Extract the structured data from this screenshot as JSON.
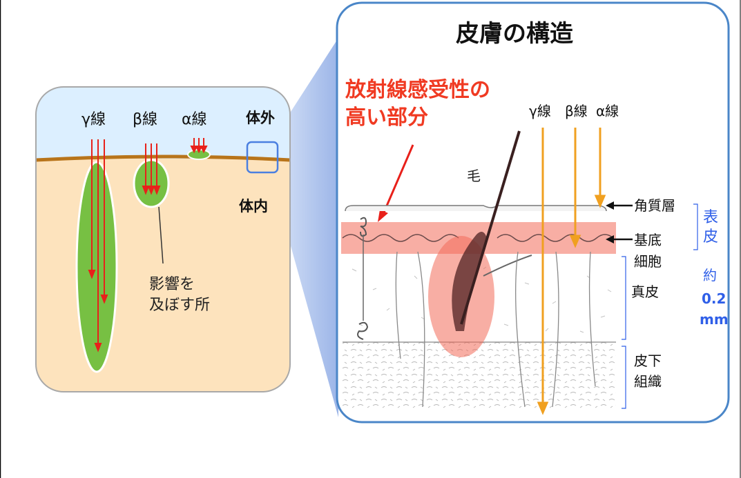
{
  "left_panel": {
    "rays": [
      "γ線",
      "β線",
      "α線"
    ],
    "outside": "体外",
    "inside": "体内",
    "effect_label": [
      "影響を",
      "及ぼす所"
    ]
  },
  "right_panel": {
    "title": "皮膚の構造",
    "sensitive_label": [
      "放射線感受性の",
      "高い部分"
    ],
    "rays": [
      "γ線",
      "β線",
      "α線"
    ],
    "hair": "毛",
    "layers": {
      "stratum_corneum": "角質層",
      "basal": [
        "基底",
        "細胞"
      ],
      "dermis": "真皮",
      "subcutaneous": [
        "皮下",
        "組織"
      ]
    },
    "epidermis": [
      "表",
      "皮"
    ],
    "thickness": [
      "約",
      "0.2",
      "mm"
    ]
  },
  "colors": {
    "panel_border": "#4a86c8",
    "sky": "#dcefff",
    "tissue": "#fde3bd",
    "skin_line": "#b8741a",
    "green": "#77c043",
    "red": "#e8201a",
    "orange": "#f0a020",
    "blue_text": "#2f5fe8",
    "highlight": "#f26b5a"
  }
}
